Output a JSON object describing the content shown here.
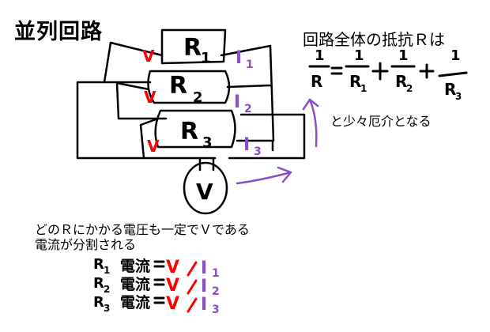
{
  "title": "並列回路",
  "heading": "回路全体の抵抗Ｒは",
  "note": "と少々厄介となる",
  "resistors": [
    {
      "label": "R",
      "sub": "1",
      "current": "I",
      "current_sub": "1",
      "voltage": "V"
    },
    {
      "label": "R",
      "sub": "2",
      "current": "I",
      "current_sub": "2",
      "voltage": "V"
    },
    {
      "label": "R",
      "sub": "3",
      "current": "I",
      "current_sub": "3",
      "voltage": "V"
    }
  ],
  "source_label": "V",
  "formula": {
    "lhs": "R",
    "numerator": "1"
  },
  "description": [
    "どのＲにかかる電圧も一定でＶである",
    "電流が分割される"
  ],
  "current_label": "電流",
  "colors": {
    "voltage": "#ff0000",
    "current": "#8a4fc8",
    "ink": "#000000"
  }
}
